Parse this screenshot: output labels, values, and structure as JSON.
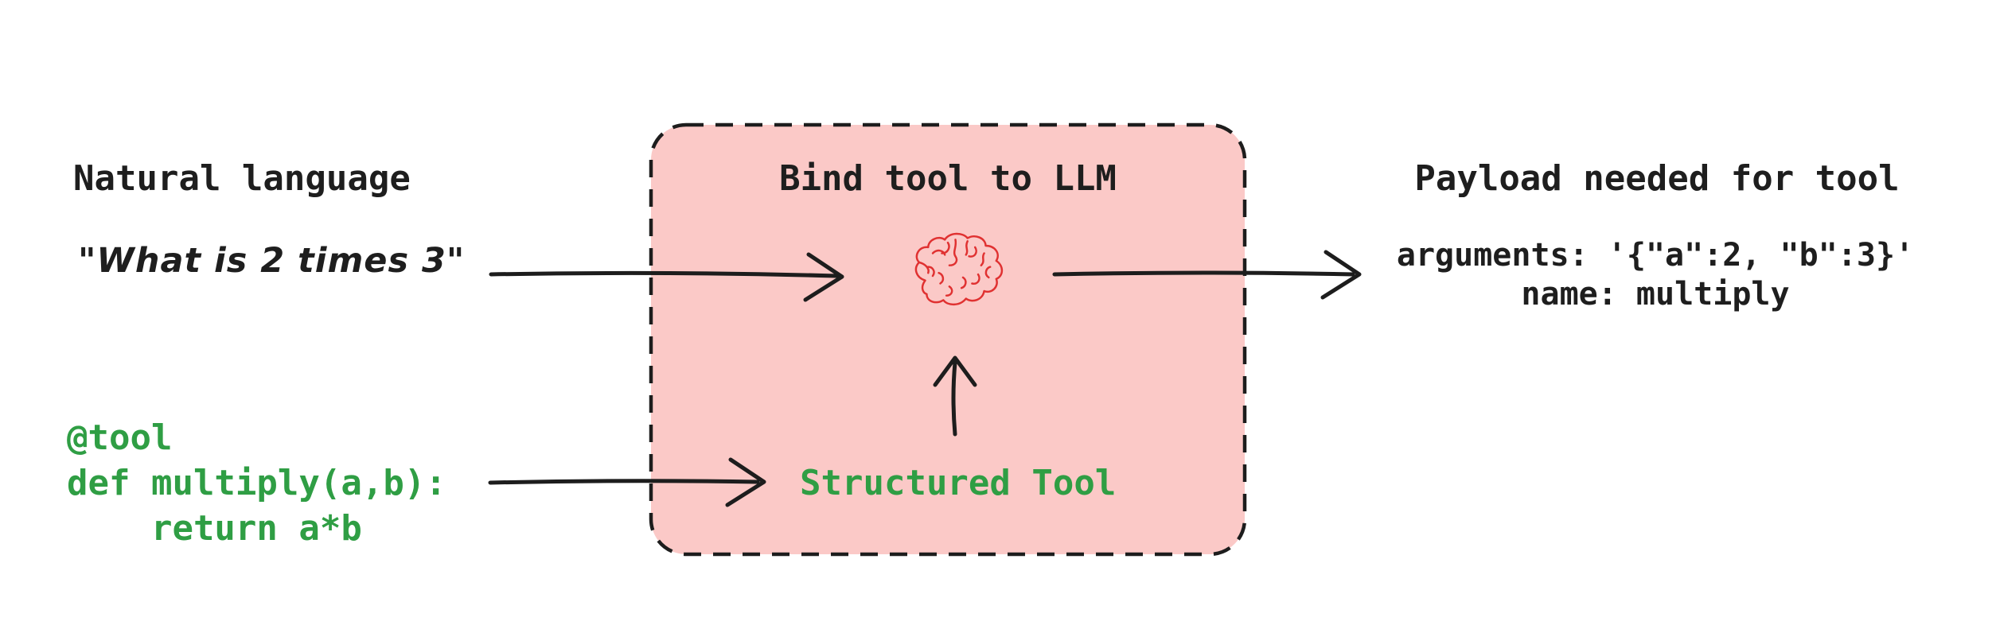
{
  "left": {
    "heading": "Natural language",
    "query": "\"What is 2 times 3\"",
    "code": "@tool\ndef multiply(a,b):\n    return a*b"
  },
  "box": {
    "title": "Bind tool to LLM",
    "tool_label": "Structured Tool",
    "icon": "brain"
  },
  "right": {
    "heading": "Payload needed for tool",
    "payload": "arguments: '{\"a\":2, \"b\":3}'\nname: multiply"
  },
  "colors": {
    "box_fill": "#fbc9c7",
    "box_border": "#1d1d1d",
    "arrow": "#1d1d1d",
    "text": "#1e1e1e",
    "green": "#2f9e44",
    "red": "#e03131"
  }
}
